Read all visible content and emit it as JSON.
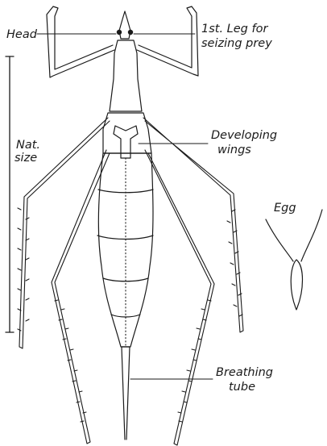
{
  "labels": {
    "head": "Head",
    "first_leg_line1": "1st. Leg for",
    "first_leg_line2": "seizing prey",
    "nat_size_line1": "Nat.",
    "nat_size_line2": "size",
    "developing_wings_line1": "Developing",
    "developing_wings_line2": "wings",
    "egg": "Egg",
    "breathing_tube_line1": "Breathing",
    "breathing_tube_line2": "tube"
  },
  "colors": {
    "ink": "#1a1a1a",
    "paper": "#ffffff"
  }
}
